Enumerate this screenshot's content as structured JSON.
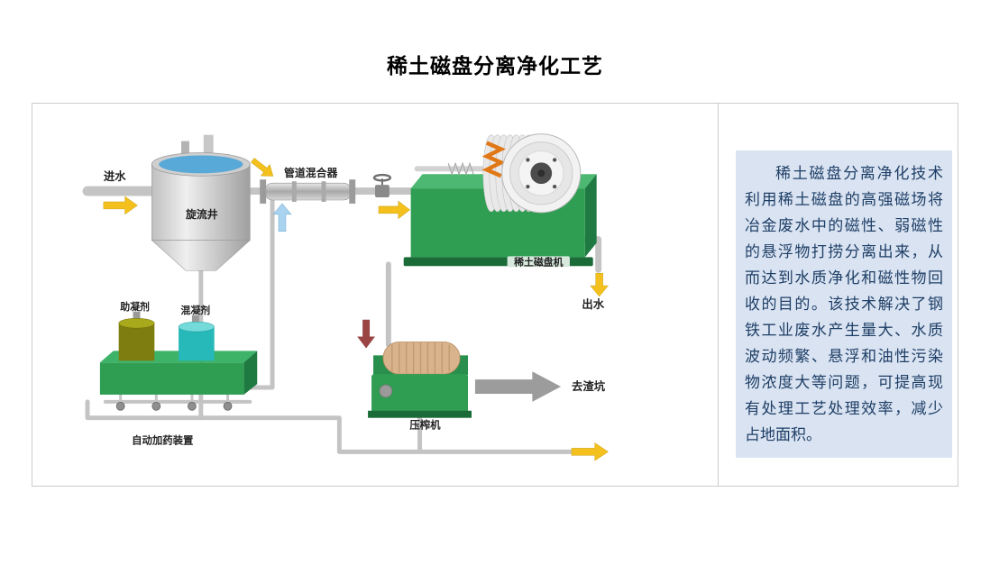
{
  "page": {
    "title": "稀土磁盘分离净化工艺"
  },
  "diagram": {
    "labels": {
      "inlet": "进水",
      "cyclone_well": "旋流井",
      "pipeline_mixer": "管道混合器",
      "magnetic_disk_machine": "稀土磁盘机",
      "outlet": "出水",
      "coagulant_aid": "助凝剂",
      "coagulant": "混凝剂",
      "auto_dosing_device": "自动加药装置",
      "press_machine": "压榨机",
      "to_slag_pit": "去渣坑"
    },
    "colors": {
      "arrow_yellow": "#f3c01d",
      "arrow_blue": "#a9d3ee",
      "arrow_red": "#9b4444",
      "arrow_gray": "#9c9c9c",
      "machine_green": "#2f9e52",
      "coagulant_aid_tank": "#7e7e10",
      "coagulant_tank": "#27b9b9",
      "pipe_gray": "#c4c4c4",
      "water_blue": "#58a8d8"
    }
  },
  "info_panel": {
    "background": "#d9e3f2",
    "text_color": "#1f3f66",
    "paragraph": "稀土磁盘分离净化技术利用稀土磁盘的高强磁场将冶金废水中的磁性、弱磁性的悬浮物打捞分离出来，从而达到水质净化和磁性物回收的目的。该技术解决了钢铁工业废水产生量大、水质波动频繁、悬浮和油性污染物浓度大等问题，可提高现有处理工艺处理效率，减少占地面积。"
  }
}
